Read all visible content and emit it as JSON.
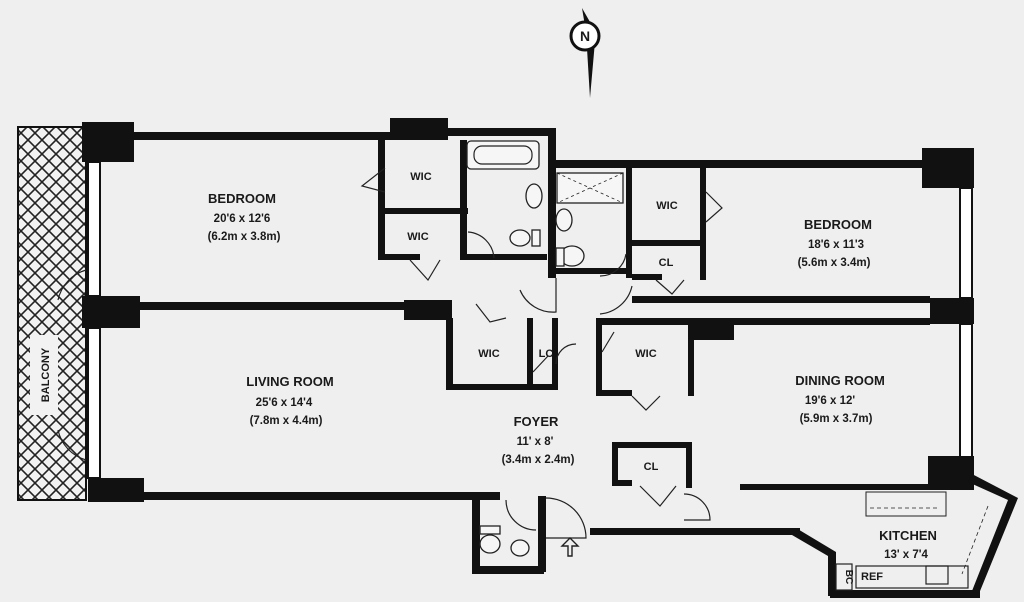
{
  "compass": {
    "label": "N"
  },
  "rooms": {
    "bedroom_west": {
      "title": "BEDROOM",
      "dims_imperial": "20'6 x 12'6",
      "dims_metric": "(6.2m x 3.8m)"
    },
    "bedroom_east": {
      "title": "BEDROOM",
      "dims_imperial": "18'6 x 11'3",
      "dims_metric": "(5.6m x 3.4m)"
    },
    "living_room": {
      "title": "LIVING ROOM",
      "dims_imperial": "25'6 x 14'4",
      "dims_metric": "(7.8m x 4.4m)"
    },
    "dining_room": {
      "title": "DINING ROOM",
      "dims_imperial": "19'6 x 12'",
      "dims_metric": "(5.9m x 3.7m)"
    },
    "foyer": {
      "title": "FOYER",
      "dims_imperial": "11' x 8'",
      "dims_metric": "(3.4m x 2.4m)"
    },
    "kitchen": {
      "title": "KITCHEN",
      "dims_imperial": "13' x 7'4"
    },
    "balcony": {
      "title": "BALCONY"
    }
  },
  "closets": {
    "wic_1": "WIC",
    "wic_2": "WIC",
    "wic_3": "WIC",
    "wic_4": "WIC",
    "wic_5": "WIC",
    "cl_1": "CL",
    "cl_2": "CL",
    "lc": "LC",
    "bc": "BC",
    "ref": "REF"
  }
}
